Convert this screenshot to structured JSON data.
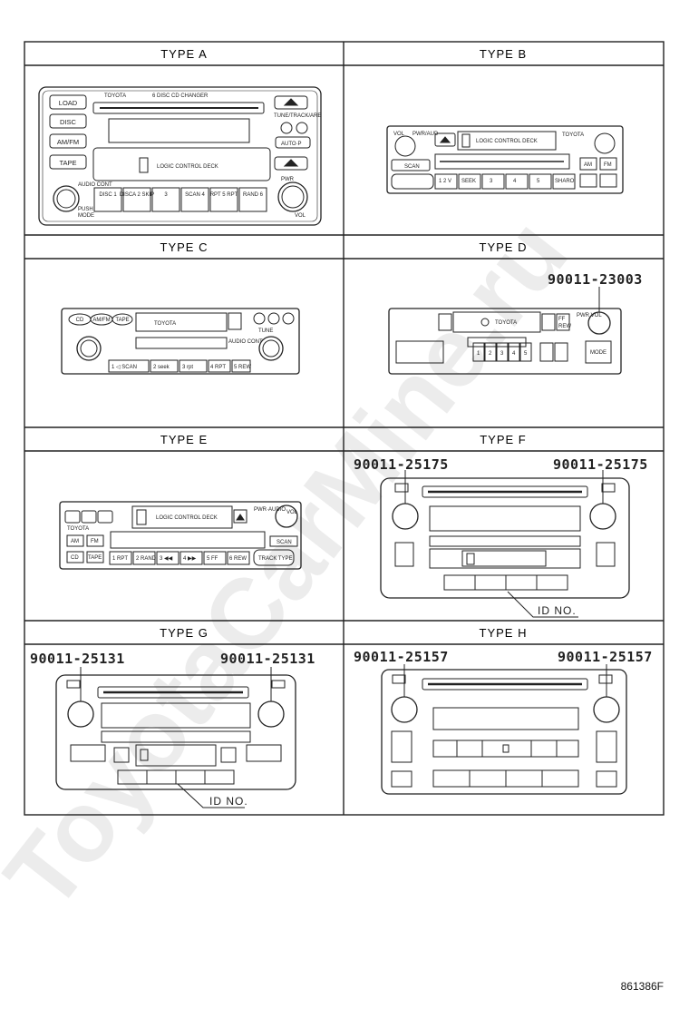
{
  "watermark": "ToyotaCarMine.ru",
  "diagram_code": "861386F",
  "panels": [
    {
      "type_label": "TYPE A",
      "part_numbers": [],
      "id_label": "",
      "labels": {
        "brand": "TOYOTA",
        "changer": "6 DISC CD CHANGER",
        "load": "LOAD",
        "disc": "DISC",
        "amfm": "AM/FM",
        "tape": "TAPE",
        "logic": "LOGIC CONTROL DECK",
        "tune": "TUNE/TRACK/ARE",
        "auto": "AUTO·P",
        "audio": "AUDIO CONT",
        "push": "PUSH",
        "mode": "MODE",
        "pwr": "PWR",
        "vol": "VOL",
        "disc_btn": "DISC\n1\n□□",
        "b1": "DISC 1",
        "b2": "DISCA 2 SKIP",
        "b3": "3",
        "b4": "SCAN 4",
        "b5": "RPT 5 RPT",
        "b6": "RAND 6"
      }
    },
    {
      "type_label": "TYPE  B",
      "part_numbers": [],
      "id_label": "",
      "labels": {
        "vol": "VOL",
        "pwr": "PWR/AUD",
        "logic": "LOGIC CONTROL DECK",
        "brand": "TOYOTA",
        "scan": "SCAN",
        "b1": "1 2 V",
        "b2": "SEEK",
        "b3": "3",
        "b4": "4",
        "b5": "5",
        "b6": "SHARO",
        "am": "AM",
        "fm": "FM"
      }
    },
    {
      "type_label": "TYPE  C",
      "part_numbers": [],
      "id_label": "",
      "labels": {
        "cd": "CD",
        "amfm": "AM/FM",
        "tape": "TAPE",
        "brand": "TOYOTA",
        "tune": "TUNE",
        "audio": "AUDIO CONT",
        "b1": "1  ◁ SCAN",
        "b2": "2 seek",
        "b3": "3 rpt",
        "b4": "4 RPT",
        "b5": "5 REW"
      }
    },
    {
      "type_label": "TYPE  D",
      "part_numbers": [
        "90011-23003"
      ],
      "id_label": "",
      "labels": {
        "brand": "TOYOTA",
        "ff": "FF",
        "rew": "REW",
        "pwr": "PWR VOL",
        "mode": "MODE",
        "b1": "1",
        "b2": "2",
        "b3": "3",
        "b4": "4",
        "b5": "5"
      }
    },
    {
      "type_label": "TYPE  E",
      "part_numbers": [],
      "id_label": "",
      "labels": {
        "logic": "LOGIC CONTROL DECK",
        "vol": "VOL",
        "pwr": "PWR·AUDIO",
        "scan": "SCAN",
        "brand": "TOYOTA",
        "b1": "1 RPT",
        "b2": "2 RAND",
        "b3": "3 ◀◀",
        "b4": "4 ▶▶",
        "b5": "5 FF",
        "b6": "6 REW",
        "track": "TRACK TYPE",
        "am": "AM",
        "fm": "FM",
        "cd": "CD",
        "tape": "TAPE"
      }
    },
    {
      "type_label": "TYPE  F",
      "part_numbers": [
        "90011-25175",
        "90011-25175"
      ],
      "id_label": "ID NO.",
      "labels": {}
    },
    {
      "type_label": "TYPE  G",
      "part_numbers": [
        "90011-25131",
        "90011-25131"
      ],
      "id_label": "ID NO.",
      "labels": {}
    },
    {
      "type_label": "TYPE  H",
      "part_numbers": [
        "90011-25157",
        "90011-25157"
      ],
      "id_label": "",
      "labels": {}
    }
  ]
}
